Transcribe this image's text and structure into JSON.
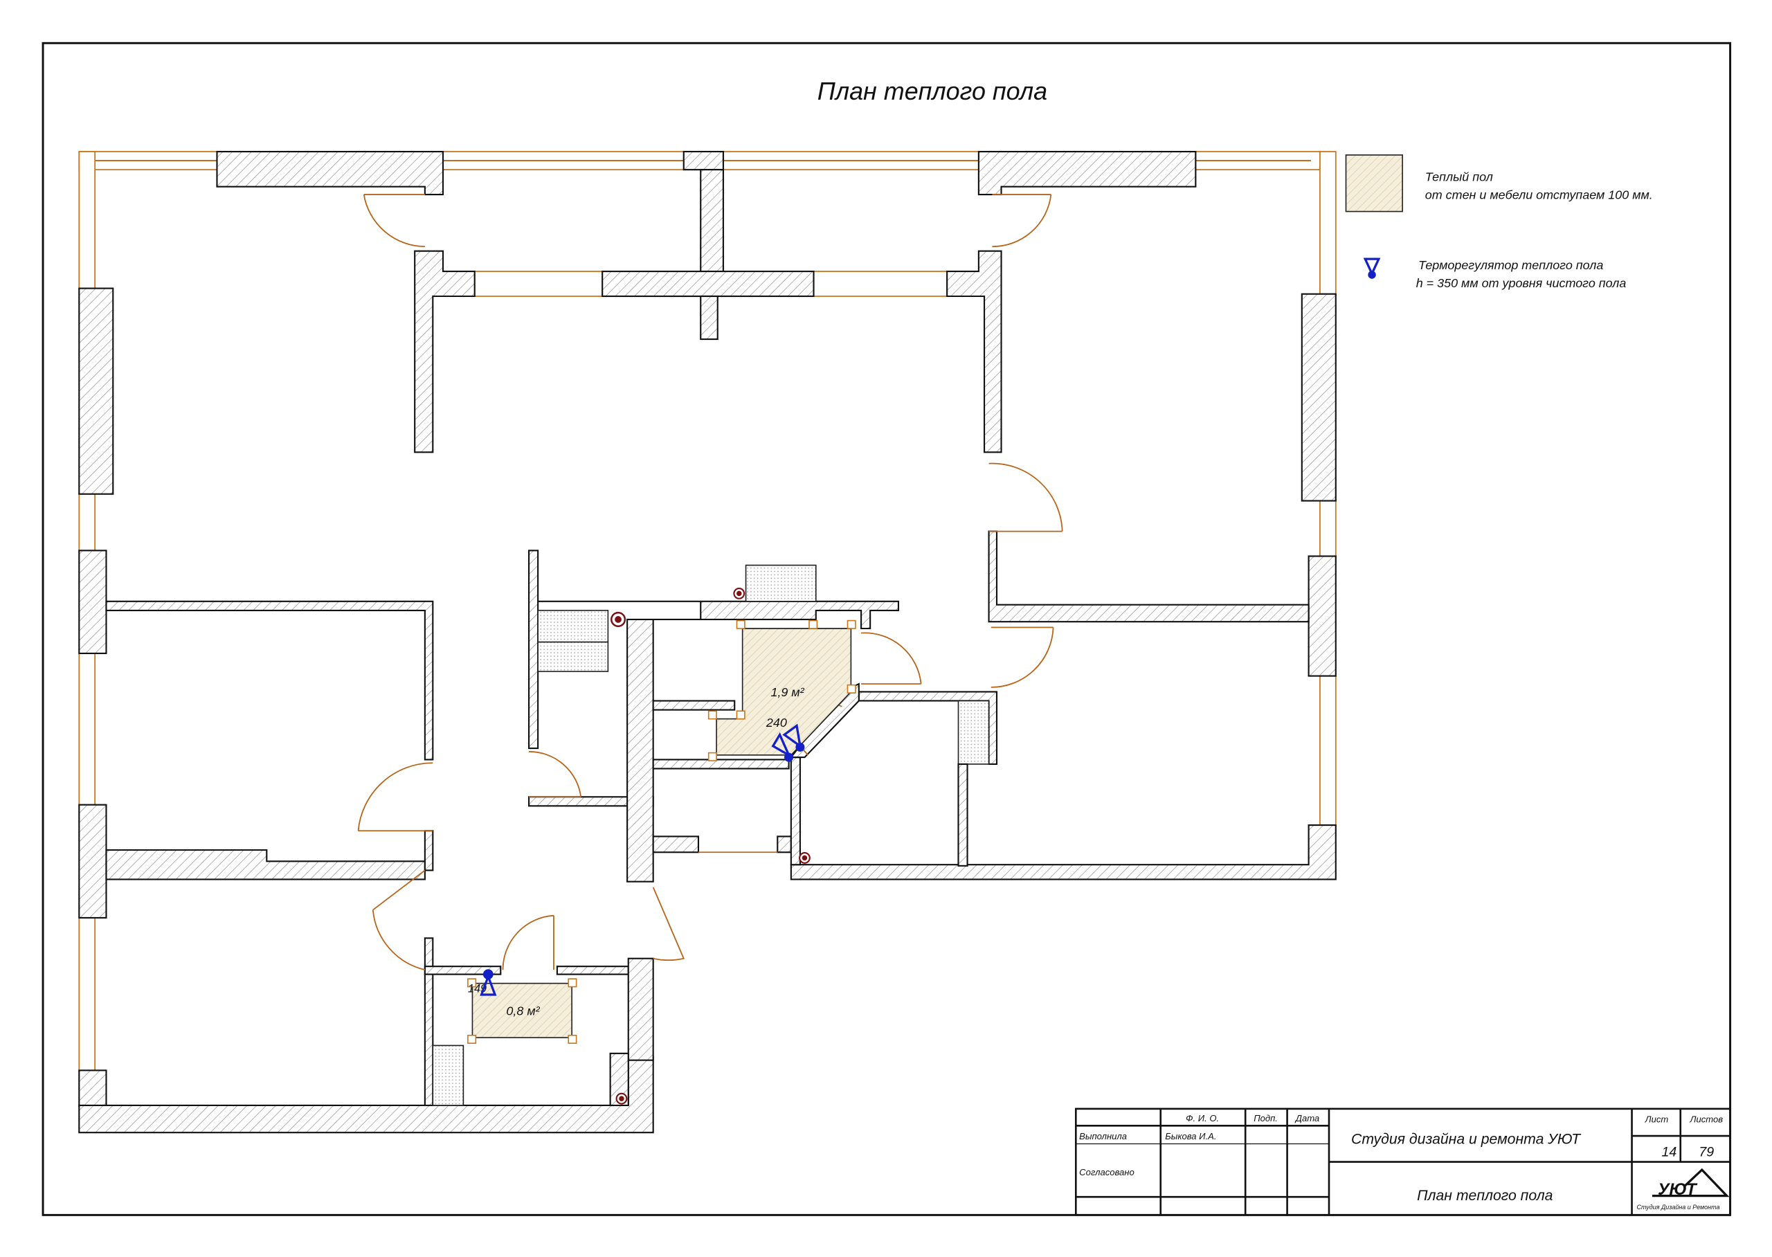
{
  "drawing": {
    "title": "План теплого пола",
    "legend": {
      "warm_floor": {
        "line1": "Теплый пол",
        "line2": "от стен и мебели отступаем 100 мм."
      },
      "thermostat": {
        "line1": "Терморегулятор теплого пола",
        "line2": "h = 350 мм от уровня чистого пола"
      }
    },
    "labels": {
      "area_bath": "1,9 м²",
      "dim_bath": "240",
      "area_wc": "0,8 м²",
      "dim_wc": "149"
    }
  },
  "title_block": {
    "col_fio": "Ф. И. О.",
    "col_sign": "Подп.",
    "col_date": "Дата",
    "row_done": "Выполнила",
    "done_name": "Быкова И.А.",
    "row_agreed": "Согласовано",
    "company": "Студия дизайна и ремонта УЮТ",
    "sheet_title": "План теплого пола",
    "sheet_label": "Лист",
    "sheets_label": "Листов",
    "sheet": "14",
    "sheets": "79",
    "logo_text": "УЮТ",
    "logo_sub": "Студия Дизайна и Ремонта"
  },
  "colors": {
    "wall_hatch": "#8a8a8a",
    "window": "#c9781e",
    "door": "#b8651a",
    "thermostat": "#1420c8",
    "warm_floor": "#f4eedb"
  }
}
